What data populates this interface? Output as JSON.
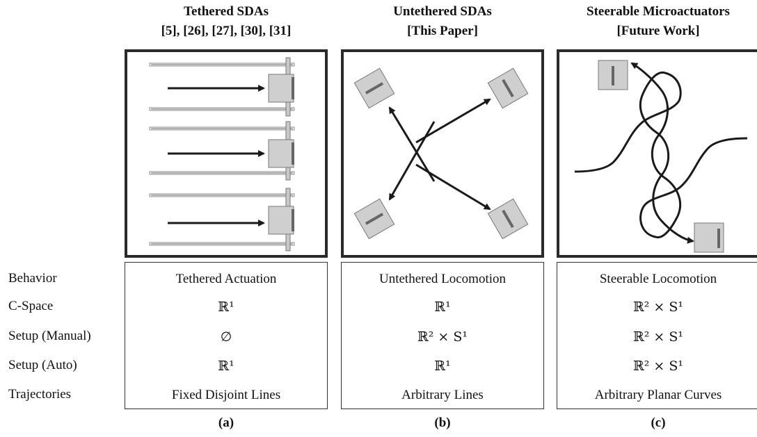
{
  "columns": [
    {
      "title": "Tethered SDAs",
      "subtitle": "[5], [26], [27], [30], [31]",
      "values": [
        "Tethered Actuation",
        "ℝ¹",
        "∅",
        "ℝ¹",
        "Fixed Disjoint Lines"
      ],
      "caption": "(a)"
    },
    {
      "title": "Untethered SDAs",
      "subtitle": "[This Paper]",
      "values": [
        "Untethered Locomotion",
        "ℝ¹",
        "ℝ² × S¹",
        "ℝ¹",
        "Arbitrary Lines"
      ],
      "caption": "(b)"
    },
    {
      "title": "Steerable Microactuators",
      "subtitle": "[Future Work]",
      "values": [
        "Steerable Locomotion",
        "ℝ² × S¹",
        "ℝ² × S¹",
        "ℝ² × S¹",
        "Arbitrary Planar Curves"
      ],
      "caption": "(c)"
    }
  ],
  "row_labels": [
    "Behavior",
    "C-Space",
    "Setup (Manual)",
    "Setup (Auto)",
    "Trajectories"
  ],
  "colors": {
    "frame": "#2a2a2a",
    "device_fill": "#cfcfcf",
    "device_bar": "#666666",
    "rail": "#9a9a9a",
    "arrow": "#1a1a1a"
  }
}
